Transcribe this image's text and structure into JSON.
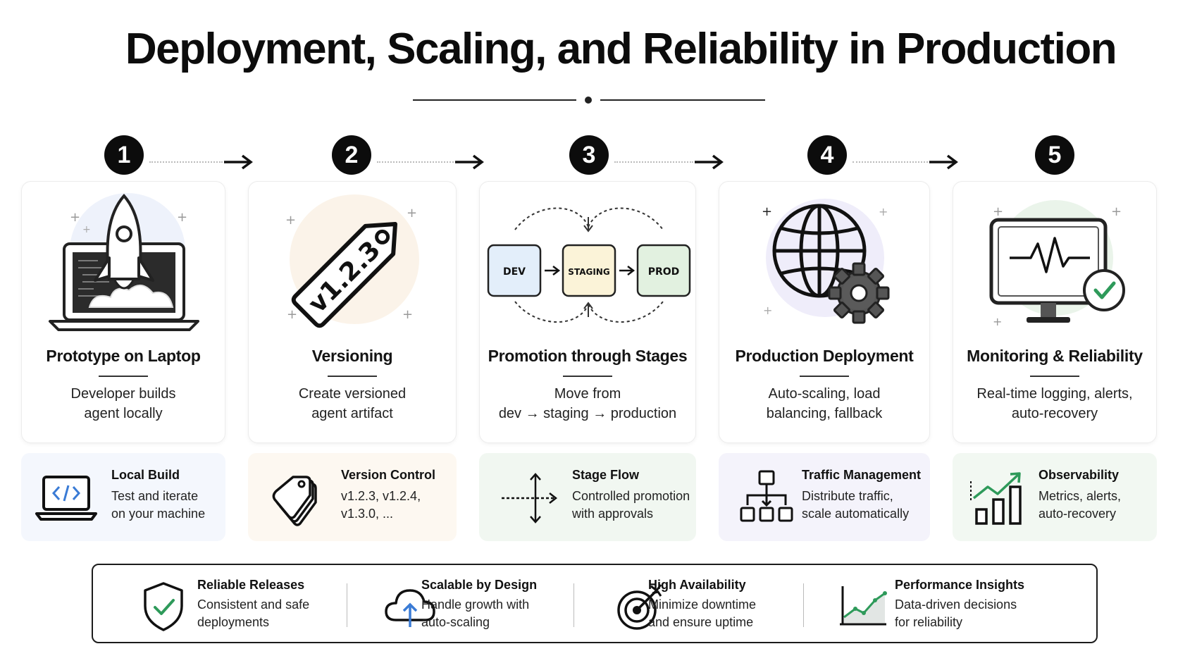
{
  "title": "Deployment, Scaling, and Reliability in Production",
  "steps": [
    {
      "num": "1",
      "title": "Prototype on Laptop",
      "desc": [
        "Developer builds",
        "agent locally"
      ]
    },
    {
      "num": "2",
      "title": "Versioning",
      "desc": [
        "Create versioned",
        "agent artifact"
      ]
    },
    {
      "num": "3",
      "title": "Promotion through Stages",
      "desc": [
        "Move from",
        "dev → staging → production"
      ]
    },
    {
      "num": "4",
      "title": "Production Deployment",
      "desc": [
        "Auto-scaling, load",
        "balancing, fallback"
      ]
    },
    {
      "num": "5",
      "title": "Monitoring & Reliability",
      "desc": [
        "Real-time logging, alerts,",
        "auto-recovery"
      ]
    }
  ],
  "version_tag": "v1.2.3",
  "stages": {
    "dev": "DEV",
    "staging": "STAGING",
    "prod": "PROD"
  },
  "details": [
    {
      "title": "Local Build",
      "desc": [
        "Test and iterate",
        "on your machine"
      ],
      "icon": "laptop-code-icon",
      "bg": "#f4f7fd"
    },
    {
      "title": "Version Control",
      "desc": [
        "v1.2.3, v1.2.4,",
        "v1.3.0, ..."
      ],
      "icon": "tags-icon",
      "bg": "#fdf8f1"
    },
    {
      "title": "Stage Flow",
      "desc": [
        "Controlled promotion",
        "with approvals"
      ],
      "icon": "flow-arrows-icon",
      "bg": "#f1f7f1"
    },
    {
      "title": "Traffic Management",
      "desc": [
        "Distribute traffic,",
        "scale automatically"
      ],
      "icon": "hierarchy-icon",
      "bg": "#f4f3fb"
    },
    {
      "title": "Observability",
      "desc": [
        "Metrics, alerts,",
        "auto-recovery"
      ],
      "icon": "bar-chart-icon",
      "bg": "#f2f8f2"
    }
  ],
  "benefits": [
    {
      "title": "Reliable Releases",
      "desc": [
        "Consistent and safe",
        "deployments"
      ],
      "icon": "shield-check-icon"
    },
    {
      "title": "Scalable by Design",
      "desc": [
        "Handle growth with",
        "auto-scaling"
      ],
      "icon": "cloud-upload-icon"
    },
    {
      "title": "High Availability",
      "desc": [
        "Minimize downtime",
        "and ensure uptime"
      ],
      "icon": "target-icon"
    },
    {
      "title": "Performance Insights",
      "desc": [
        "Data-driven decisions",
        "for reliability"
      ],
      "icon": "trend-chart-icon"
    }
  ],
  "colors": {
    "dev": "#e3eefa",
    "staging": "#fbf3d8",
    "prod": "#e2f1e0",
    "check": "#2e9a5a",
    "accent_blue": "#3a7bd5"
  }
}
